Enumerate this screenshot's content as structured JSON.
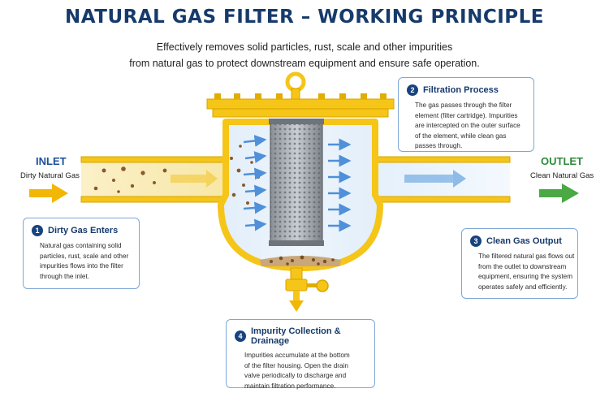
{
  "title": "NATURAL GAS FILTER – WORKING PRINCIPLE",
  "subtitle": {
    "line1": "Effectively removes solid particles, rust, scale and other impurities",
    "line2": "from natural gas to protect downstream equipment and ensure safe operation."
  },
  "inlet": {
    "title": "INLET",
    "subtitle": "Dirty Natural Gas"
  },
  "outlet": {
    "title": "OUTLET",
    "subtitle": "Clean Natural Gas"
  },
  "cards": [
    {
      "number": "1",
      "title": "Dirty Gas Enters",
      "lines": [
        "Natural gas containing solid",
        "particles, rust, scale and other",
        "impurities flows into the filter",
        "through the inlet."
      ]
    },
    {
      "number": "2",
      "title": "Filtration Process",
      "lines": [
        "The gas passes through the filter",
        "element (filter cartridge). Impurities",
        "are intercepted on the outer surface",
        "of the element, while clean gas",
        "passes through."
      ]
    },
    {
      "number": "3",
      "title": "Clean Gas Output",
      "lines": [
        "The filtered natural gas flows out",
        "from the outlet to downstream",
        "equipment, ensuring the system",
        "operates safely and efficiently."
      ]
    },
    {
      "number": "4",
      "title": "Impurity Collection & Drainage",
      "lines": [
        "Impurities accumulate at the bottom",
        "of the filter housing. Open the drain",
        "valve periodically to discharge and",
        "maintain filtration performance."
      ]
    }
  ],
  "colors": {
    "title": "#163a6b",
    "housing": "#f5c518",
    "housing_outline": "#d9a400",
    "inlet_arrow": "#f2b705",
    "outlet_arrow": "#4aa845",
    "flow_arrow": "#4f90d9",
    "card_border": "#7ea7d6"
  }
}
